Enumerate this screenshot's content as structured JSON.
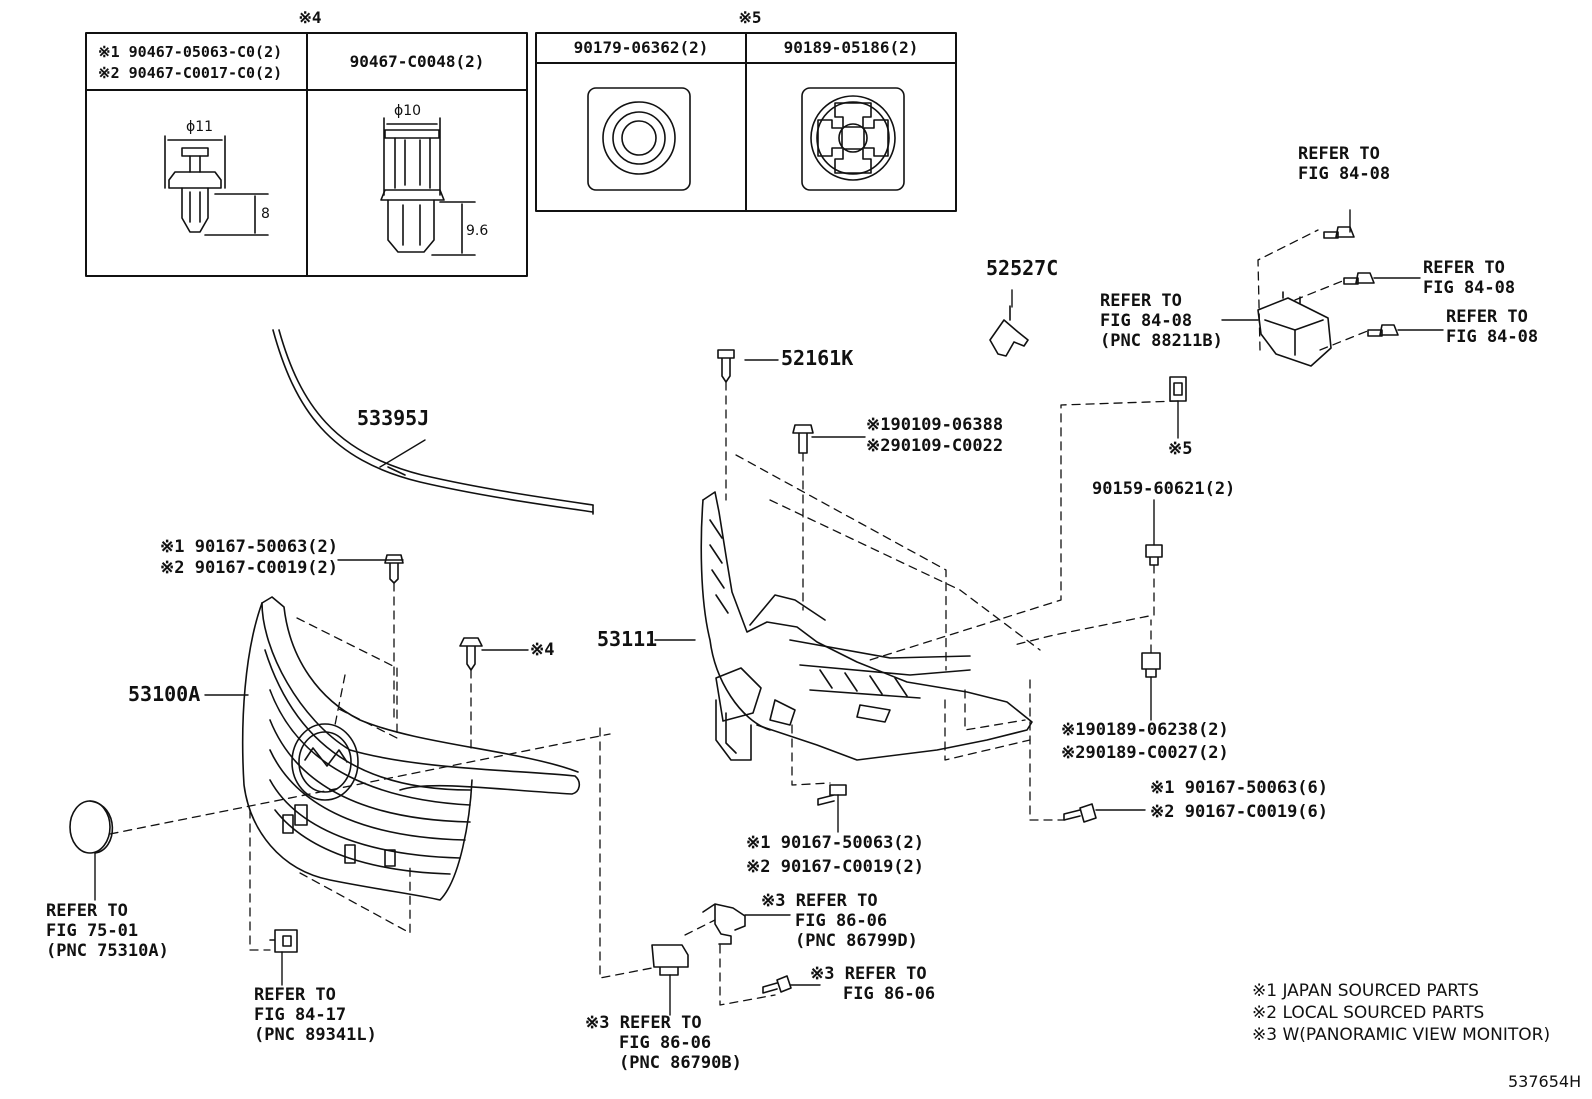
{
  "detail_box_4": {
    "marker": "※4",
    "col1_line1": "※1 90467-05063-C0(2)",
    "col1_line2": "※2 90467-C0017-C0(2)",
    "col2_header": "90467-C0048(2)",
    "dim_dia_a": "ϕ11",
    "dim_len_a": "8",
    "dim_dia_b": "ϕ10",
    "dim_len_b": "9.6"
  },
  "detail_box_5": {
    "marker": "※5",
    "col1_header": "90179-06362(2)",
    "col2_header": "90189-05186(2)"
  },
  "parts": {
    "p52527c": "52527C",
    "p52161k": "52161K",
    "p53395j": "53395J",
    "p53111": "53111",
    "p53100a": "53100A",
    "bolt_90109_a": "※190109-06388",
    "bolt_90109_b": "※290109-C0022",
    "clip_90167_top_a": "※1 90167-50063(2)",
    "clip_90167_top_b": "※2 90167-C0019(2)",
    "clip_ref_4": "※4",
    "nut_ref_5": "※5",
    "nut_90159": "90159-60621(2)",
    "nut_90189_a": "※190189-06238(2)",
    "nut_90189_b": "※290189-C0027(2)",
    "bolt_90167_six_a": "※1 90167-50063(6)",
    "bolt_90167_six_b": "※2 90167-C0019(6)",
    "bolt_90167_mid_a": "※1 90167-50063(2)",
    "bolt_90167_mid_b": "※2 90167-C0019(2)"
  },
  "references": {
    "ref_bolt_top": [
      "REFER TO",
      "FIG 84-08"
    ],
    "ref_bolt_mid": [
      "REFER TO",
      "FIG 84-08"
    ],
    "ref_bolt_right": [
      "REFER TO",
      "FIG 84-08"
    ],
    "ref_sensor": [
      "REFER TO",
      "FIG 84-08",
      "(PNC 88211B)"
    ],
    "ref_emblem": [
      "REFER TO",
      "FIG 75-01",
      "(PNC 75310A)"
    ],
    "ref_sensor_bottom": [
      "REFER TO",
      "FIG 84-17",
      "(PNC 89341L)"
    ],
    "ref_camera_wire": [
      "※3 REFER TO",
      "FIG 86-06",
      "(PNC 86799D)"
    ],
    "ref_camera_screw": [
      "※3 REFER TO",
      "FIG 86-06"
    ],
    "ref_camera": [
      "※3 REFER TO",
      "FIG 86-06",
      "(PNC 86790B)"
    ]
  },
  "legend": [
    "※1 JAPAN SOURCED PARTS",
    "※2 LOCAL SOURCED PARTS",
    "※3 W(PANORAMIC VIEW MONITOR)"
  ],
  "figure_code": "537654H"
}
